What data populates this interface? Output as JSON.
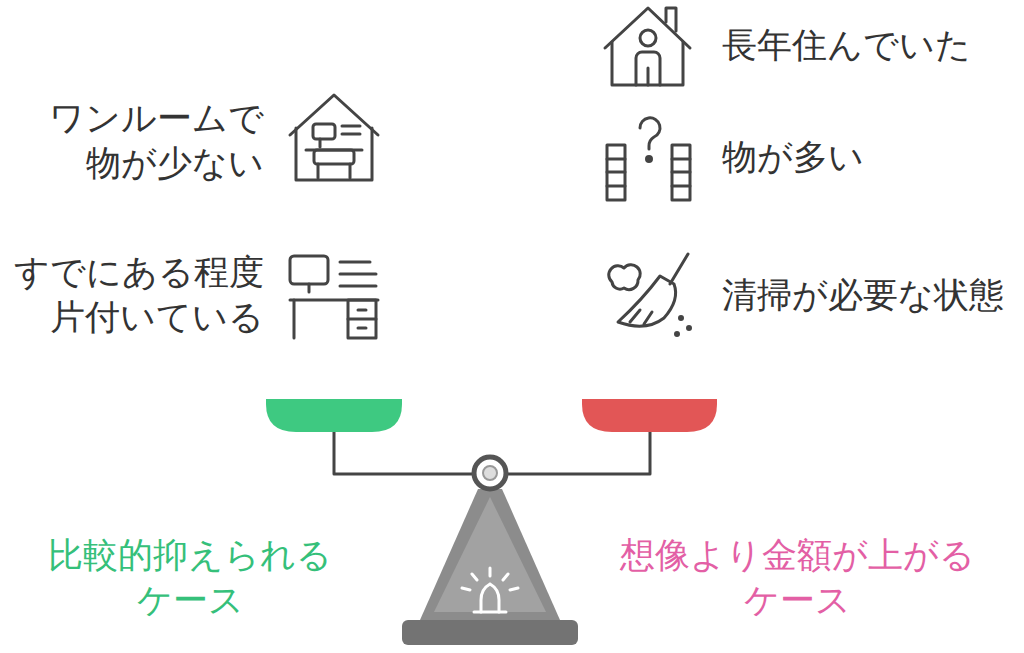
{
  "diagram": {
    "labels": [
      "ワンルームで 物が少ない",
      "すでにある程度 片付いている",
      "長年住んでいた",
      "物が多い",
      "清掃が必要な状態",
      "比較的抑えられる ケース",
      "想像より金額が上がる ケース"
    ]
  }
}
